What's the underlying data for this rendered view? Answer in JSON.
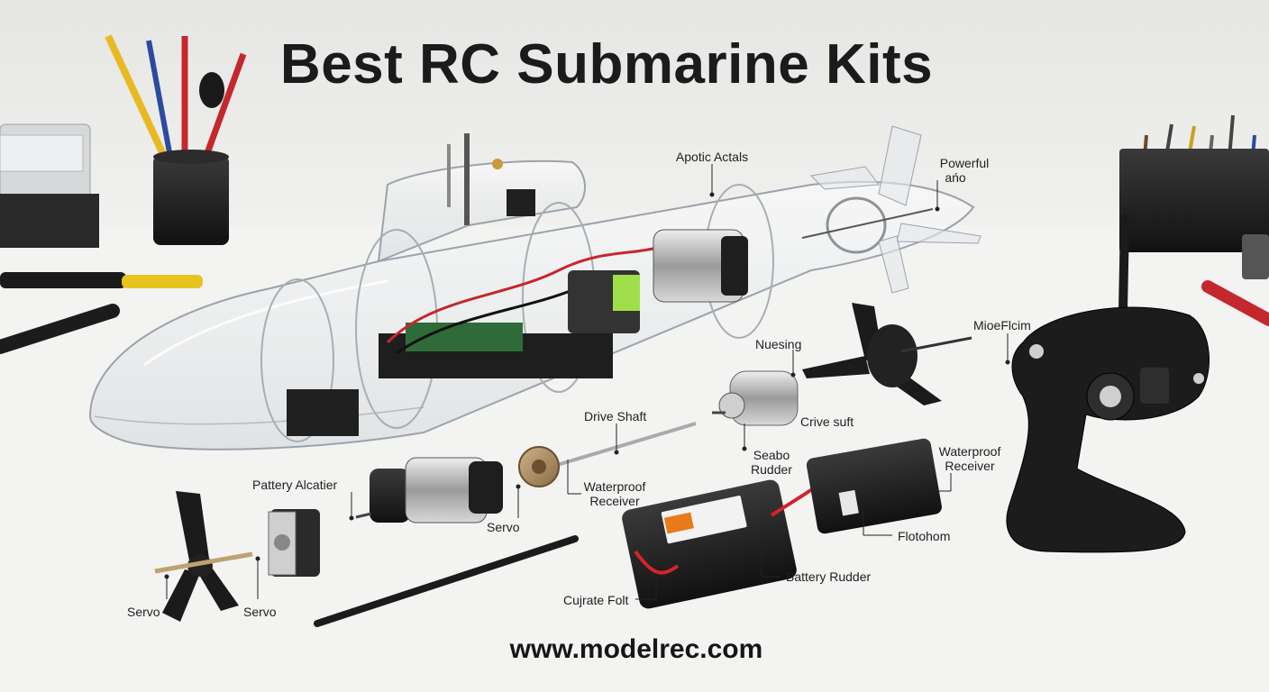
{
  "title": "Best RC Submarine Kits",
  "website": "www.modelrec.com",
  "labels": {
    "apoptic": "Apotic Actals",
    "powerful": "Powerful",
    "powerful_sub": "ańo",
    "nuesing": "Nuesing",
    "mioeflcim": "MioeFlcim",
    "drive_shaft": "Drive Shaft",
    "crive_suft": "Crive suft",
    "seabo": "Seabo",
    "rudder_small": "Rudder",
    "pattery": "Pattery Alcatier",
    "waterproof_mid_1": "Waterproof",
    "waterproof_mid_2": "Receiver",
    "waterproof_right_1": "Waterproof",
    "waterproof_right_2": "Receiver",
    "servo_mid": "Servo",
    "flotohom": "Flotohom",
    "battery_rudder": "Battery Rudder",
    "cujrate": "Cujrate Folt",
    "servo_left": "Servo",
    "servo_left2": "Servo"
  },
  "colors": {
    "accent_yellow": "#f0c419",
    "accent_red": "#d4242a",
    "hull_edge": "#9aa3ab",
    "component_black": "#1a1a1a"
  }
}
